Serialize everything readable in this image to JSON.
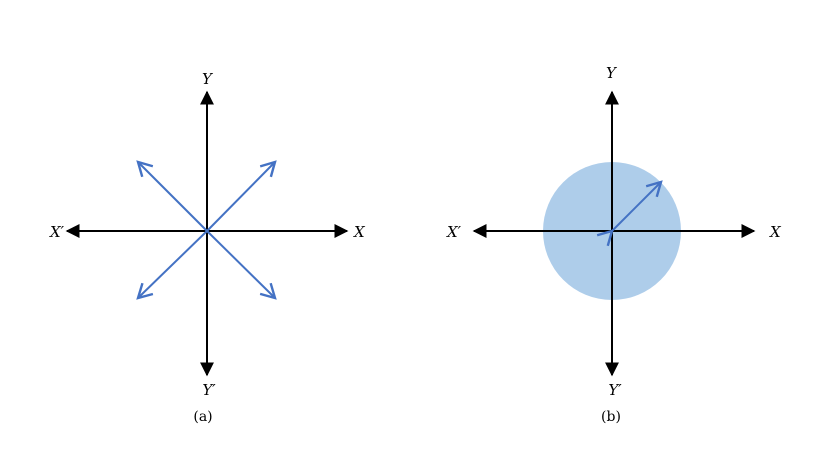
{
  "panel_a": {
    "labels": {
      "y": "Y",
      "y_prime": "Y′",
      "x": "X",
      "x_prime": "X′"
    },
    "caption": "(a)"
  },
  "panel_b": {
    "labels": {
      "y": "Y",
      "y_prime": "Y′",
      "x": "X",
      "x_prime": "X′"
    },
    "caption": "(b)"
  },
  "colors": {
    "axis": "#000000",
    "arrow": "#4472c4",
    "disk": "#aecdea"
  }
}
